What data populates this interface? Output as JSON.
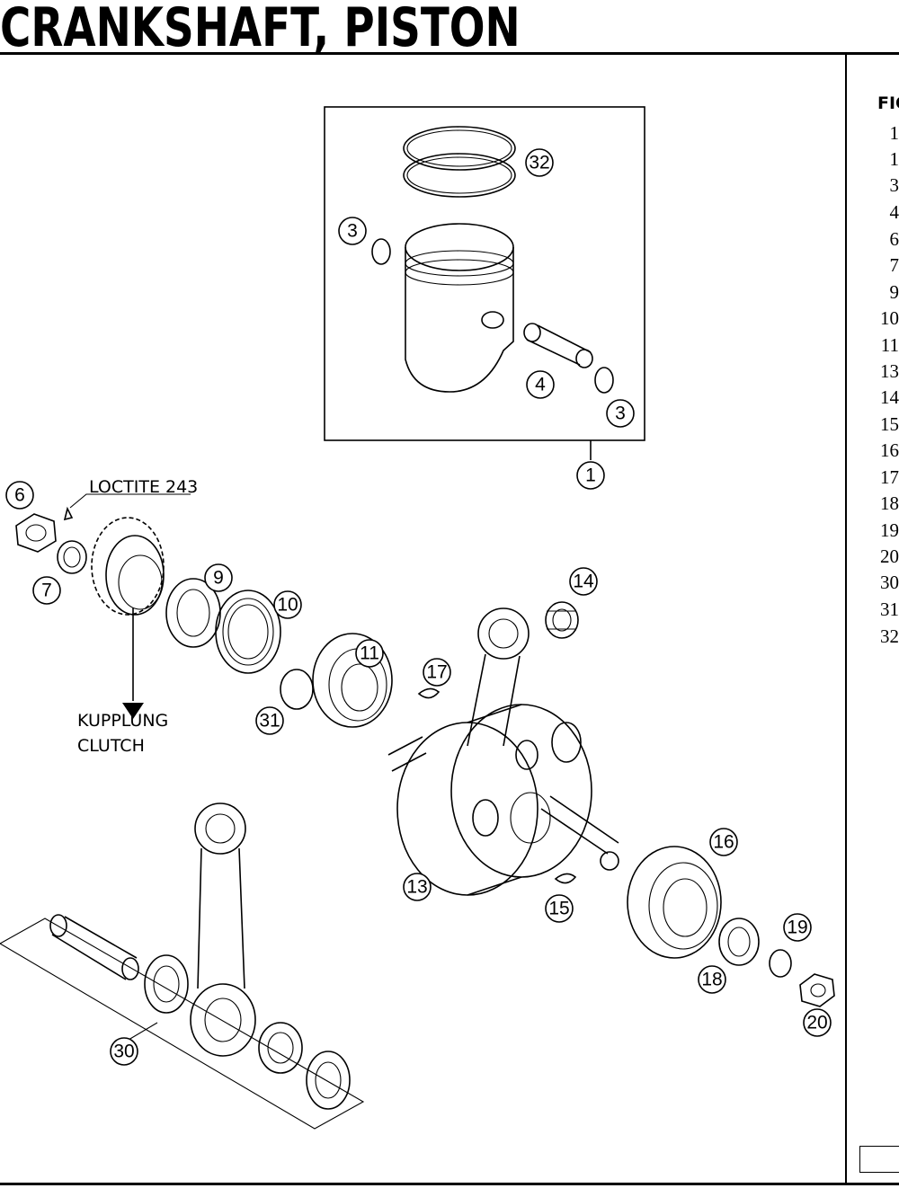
{
  "title": "CRANKSHAFT, PISTON",
  "side_panel": {
    "header": "FIG",
    "visible_numbers": [
      "1",
      "1",
      "3",
      "4",
      "6",
      "7",
      "9",
      "10",
      "11",
      "13",
      "14",
      "15",
      "16",
      "17",
      "18",
      "19",
      "20",
      "30",
      "31",
      "32"
    ]
  },
  "notes": {
    "loctite": "LOCTITE 243",
    "kupplung": "KUPPLUNG",
    "clutch": "CLUTCH"
  },
  "callouts": {
    "c32": "32",
    "c3a": "3",
    "c4": "4",
    "c3b": "3",
    "c1": "1",
    "c6": "6",
    "c7": "7",
    "c9": "9",
    "c10": "10",
    "c11": "11",
    "c31": "31",
    "c17": "17",
    "c14": "14",
    "c13": "13",
    "c15": "15",
    "c16": "16",
    "c18": "18",
    "c19": "19",
    "c20": "20",
    "c30": "30"
  }
}
